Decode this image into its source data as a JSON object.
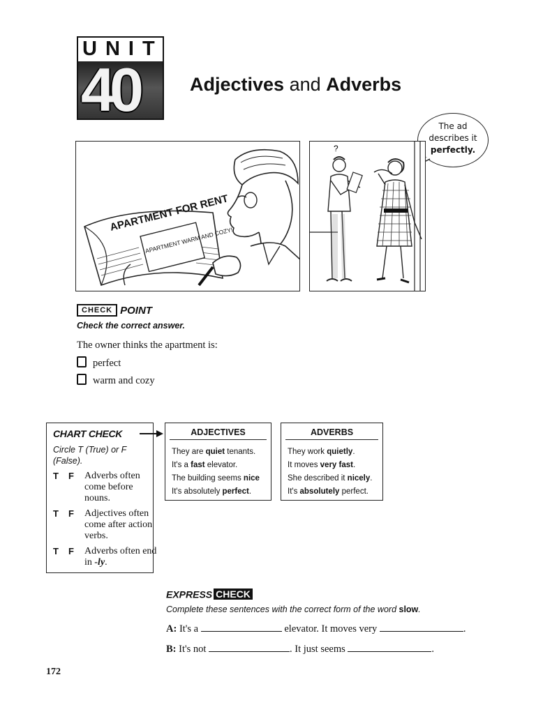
{
  "unit": {
    "label": "UNIT",
    "number": "40",
    "title_part1": "Adjectives",
    "title_conj": " and ",
    "title_part2": "Adverbs"
  },
  "speech_bubble": {
    "line1": "The ad",
    "line2": "describes it",
    "line3": "perfectly."
  },
  "illustration": {
    "newspaper_headline": "APARTMENT FOR RENT",
    "ad_text": "APARTMENT WARM AND COZY!"
  },
  "checkpoint": {
    "badge": "CHECK",
    "title": "POINT",
    "instruction": "Check the correct answer.",
    "question": "The owner thinks the apartment is:",
    "options": [
      "perfect",
      "warm and cozy"
    ]
  },
  "chart_check": {
    "title": "CHART CHECK",
    "instruction": "Circle T (True) or F (False).",
    "items": [
      {
        "t": "T",
        "f": "F",
        "text": "Adverbs often come before nouns."
      },
      {
        "t": "T",
        "f": "F",
        "text": "Adjectives often come after action verbs."
      },
      {
        "t": "T",
        "f": "F",
        "text_prefix": "Adverbs often end in ",
        "text_suffix": "-ly",
        "text_end": "."
      }
    ]
  },
  "adjectives_box": {
    "header": "ADJECTIVES",
    "rows": [
      {
        "pre": "They are ",
        "bold": "quiet",
        "post": " tenants."
      },
      {
        "pre": "It's a ",
        "bold": "fast",
        "post": " elevator."
      },
      {
        "pre": "The building seems ",
        "bold": "nice",
        "post": ""
      },
      {
        "pre": "It's absolutely ",
        "bold": "perfect",
        "post": "."
      }
    ]
  },
  "adverbs_box": {
    "header": "ADVERBS",
    "rows": [
      {
        "pre": "They work ",
        "bold": "quietly",
        "post": "."
      },
      {
        "pre": "It moves ",
        "bold": "very fast",
        "post": "."
      },
      {
        "pre": "She described it ",
        "bold": "nicely",
        "post": "."
      },
      {
        "pre": "It's ",
        "bold": "absolutely",
        "post": " perfect."
      }
    ]
  },
  "express_check": {
    "title": "EXPRESS",
    "badge": "CHECK",
    "instruction_pre": "Complete these sentences with the correct form of the word ",
    "instruction_word": "slow",
    "instruction_post": ".",
    "sentence_a": {
      "speaker": "A:",
      "part1": " It's a ",
      "part2": " elevator. It moves very ",
      "part3": "."
    },
    "sentence_b": {
      "speaker": "B:",
      "part1": " It's not ",
      "part2": ". It just seems ",
      "part3": "."
    }
  },
  "page_number": "172"
}
